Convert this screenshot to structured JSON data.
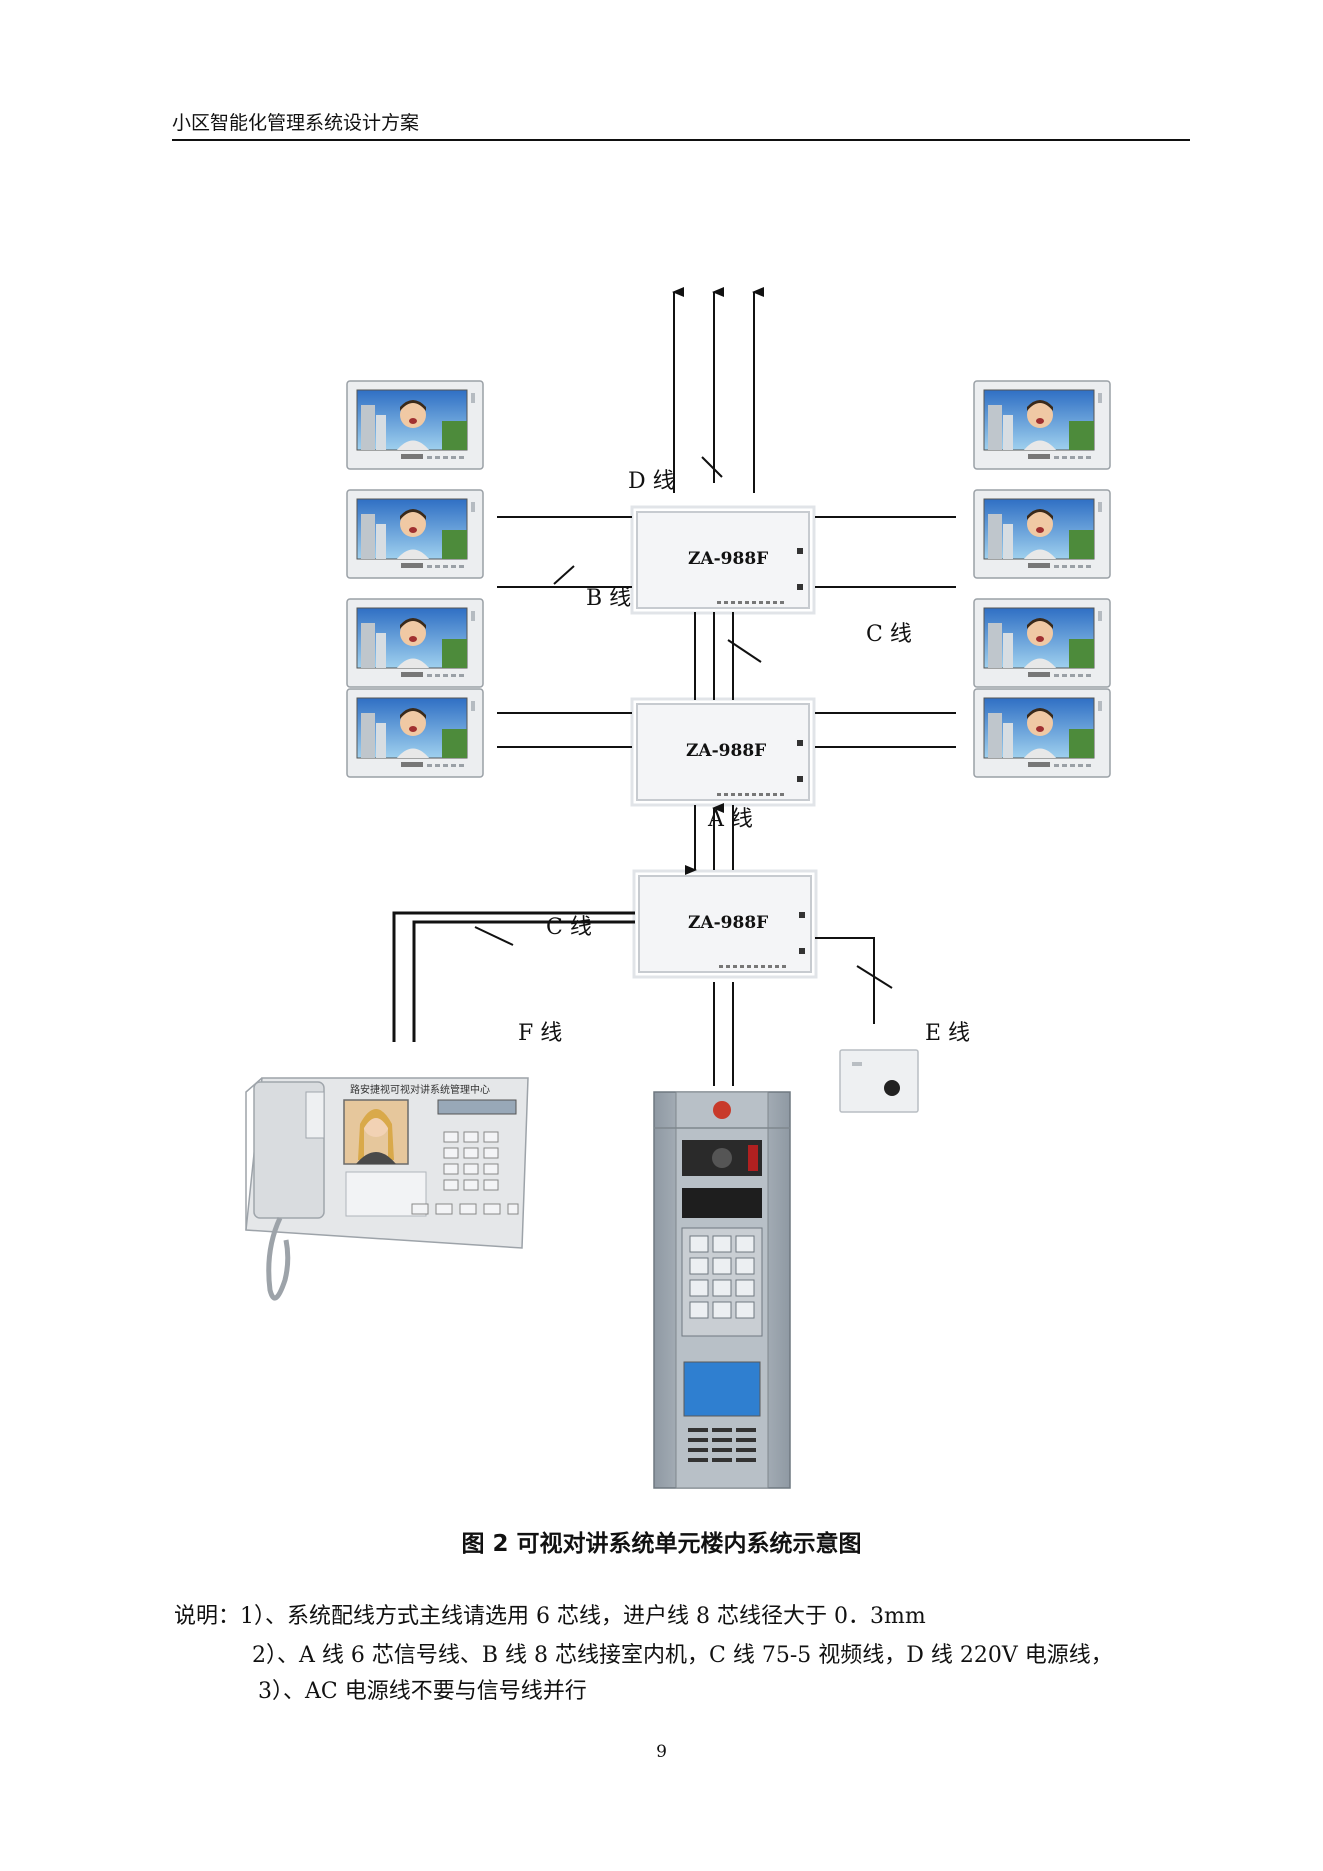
{
  "header": {
    "title": "小区智能化管理系统设计方案"
  },
  "diagram": {
    "controller_model": "ZA-988F",
    "line_labels": {
      "d": "D 线",
      "b": "B 线",
      "c_upper": "C 线",
      "a": "A 线",
      "c_lower": "C 线",
      "f": "F 线",
      "e": "E 线"
    },
    "management_center_title": "路安捷视可视对讲系统管理中心"
  },
  "caption": "图 2 可视对讲系统单元楼内系统示意图",
  "notes": [
    "说明：1）、系统配线方式主线请选用 6 芯线，进户线 8 芯线径大于 0．3mm",
    "2）、A 线 6 芯信号线、B 线 8 芯线接室内机，C 线 75-5 视频线，D 线 220V 电源线，",
    "3）、AC 电源线不要与信号线并行"
  ],
  "page_number": "9"
}
